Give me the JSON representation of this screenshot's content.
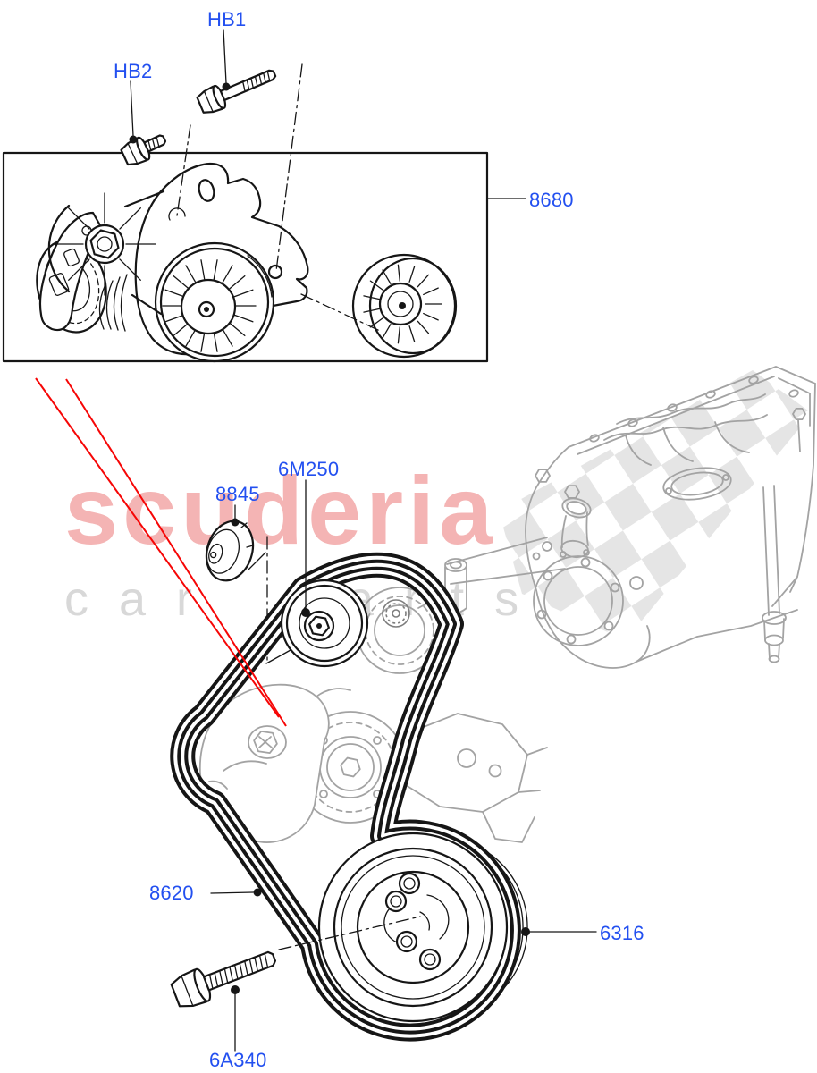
{
  "watermark": {
    "brand": "scuderia",
    "tagline": "car parts"
  },
  "callouts": {
    "hb1": "HB1",
    "hb2": "HB2",
    "part_8680": "8680",
    "part_8845": "8845",
    "part_6m250": "6M250",
    "part_8620": "8620",
    "part_6316": "6316",
    "part_6a340": "6A340"
  },
  "colors": {
    "background": "#ffffff",
    "callout_text": "#2350f0",
    "diagram_line": "#161616",
    "highlight_line": "#f60606",
    "ghost_part_line": "#a3a3a3",
    "checker_flag": "#e5e5e5",
    "watermark_brand": "#f4b4b4",
    "watermark_tagline": "#d8d8d8"
  }
}
